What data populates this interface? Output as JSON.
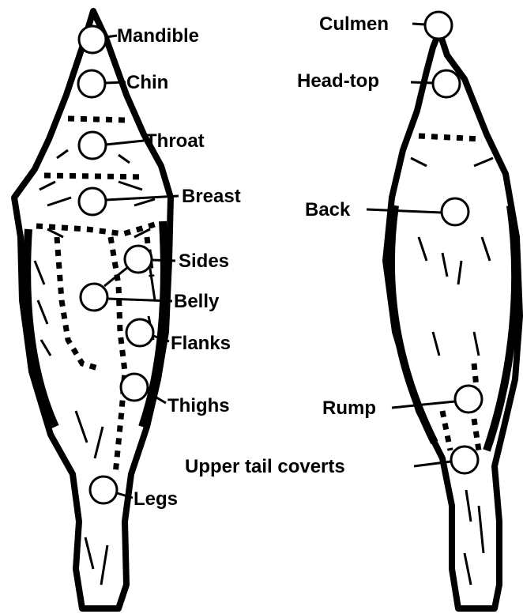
{
  "colors": {
    "ink": "#000000",
    "paper": "#ffffff"
  },
  "ventral": {
    "labels": {
      "mandible": "Mandible",
      "chin": "Chin",
      "throat": "Throat",
      "breast": "Breast",
      "sides": "Sides",
      "belly": "Belly",
      "flanks": "Flanks",
      "thighs": "Thighs",
      "legs": "Legs"
    }
  },
  "dorsal": {
    "labels": {
      "culmen": "Culmen",
      "head_top": "Head-top",
      "back": "Back",
      "rump": "Rump",
      "upper_tail_coverts": "Upper tail coverts"
    }
  }
}
